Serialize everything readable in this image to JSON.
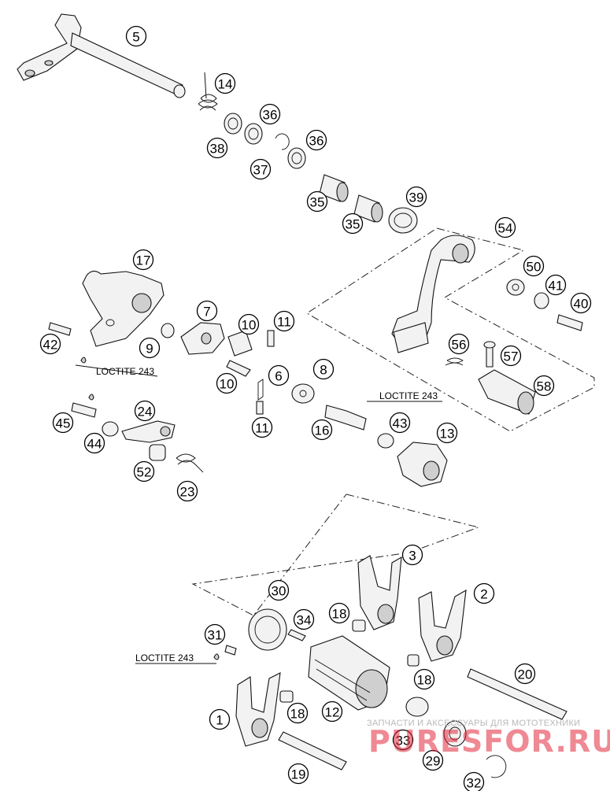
{
  "diagram": {
    "callouts": [
      {
        "id": "c-5",
        "label": "5"
      },
      {
        "id": "c-14",
        "label": "14"
      },
      {
        "id": "c-36a",
        "label": "36"
      },
      {
        "id": "c-38",
        "label": "38"
      },
      {
        "id": "c-36b",
        "label": "36"
      },
      {
        "id": "c-37",
        "label": "37"
      },
      {
        "id": "c-35a",
        "label": "35"
      },
      {
        "id": "c-35b",
        "label": "35"
      },
      {
        "id": "c-39",
        "label": "39"
      },
      {
        "id": "c-54",
        "label": "54"
      },
      {
        "id": "c-50",
        "label": "50"
      },
      {
        "id": "c-41",
        "label": "41"
      },
      {
        "id": "c-40",
        "label": "40"
      },
      {
        "id": "c-56",
        "label": "56"
      },
      {
        "id": "c-57",
        "label": "57"
      },
      {
        "id": "c-58",
        "label": "58"
      },
      {
        "id": "c-17",
        "label": "17"
      },
      {
        "id": "c-7",
        "label": "7"
      },
      {
        "id": "c-11a",
        "label": "11"
      },
      {
        "id": "c-10a",
        "label": "10"
      },
      {
        "id": "c-9",
        "label": "9"
      },
      {
        "id": "c-42",
        "label": "42"
      },
      {
        "id": "c-6",
        "label": "6"
      },
      {
        "id": "c-10b",
        "label": "10"
      },
      {
        "id": "c-8",
        "label": "8"
      },
      {
        "id": "c-11b",
        "label": "11"
      },
      {
        "id": "c-16",
        "label": "16"
      },
      {
        "id": "c-43",
        "label": "43"
      },
      {
        "id": "c-13",
        "label": "13"
      },
      {
        "id": "c-45",
        "label": "45"
      },
      {
        "id": "c-24",
        "label": "24"
      },
      {
        "id": "c-44",
        "label": "44"
      },
      {
        "id": "c-52",
        "label": "52"
      },
      {
        "id": "c-23",
        "label": "23"
      },
      {
        "id": "c-3",
        "label": "3"
      },
      {
        "id": "c-2",
        "label": "2"
      },
      {
        "id": "c-30",
        "label": "30"
      },
      {
        "id": "c-34",
        "label": "34"
      },
      {
        "id": "c-18a",
        "label": "18"
      },
      {
        "id": "c-31",
        "label": "31"
      },
      {
        "id": "c-20",
        "label": "20"
      },
      {
        "id": "c-18b",
        "label": "18"
      },
      {
        "id": "c-1",
        "label": "1"
      },
      {
        "id": "c-18c",
        "label": "18"
      },
      {
        "id": "c-12",
        "label": "12"
      },
      {
        "id": "c-33",
        "label": "33"
      },
      {
        "id": "c-29",
        "label": "29"
      },
      {
        "id": "c-19",
        "label": "19"
      },
      {
        "id": "c-32",
        "label": "32"
      }
    ],
    "notes": {
      "loctite_a": "LOCTITE 243",
      "loctite_b": "LOCTITE 243",
      "loctite_c": "LOCTITE 243"
    }
  },
  "watermark": {
    "line1": "ЗАПЧАСТИ И АКСЕССУАРЫ ДЛЯ МОТОТЕХНИКИ",
    "line2": "PURESFOR.RU"
  }
}
